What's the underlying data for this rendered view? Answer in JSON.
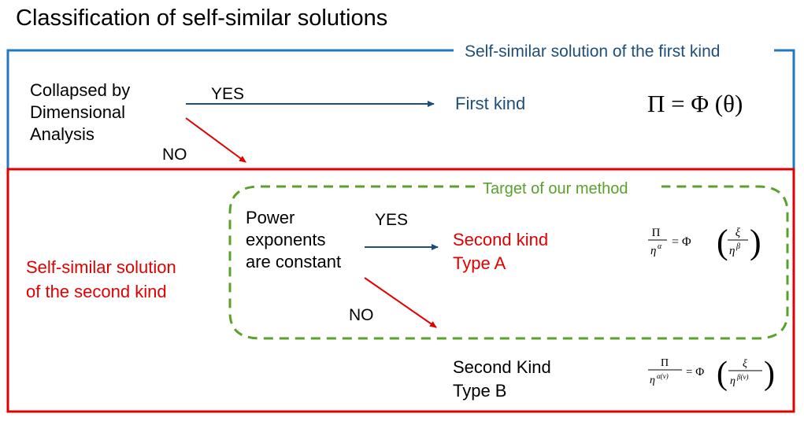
{
  "title": "Classification of self-similar solutions",
  "first_kind_box": {
    "header": "Self-similar solution of the first kind",
    "color": "#1f78c1",
    "question": [
      "Collapsed by",
      "Dimensional",
      "Analysis"
    ],
    "yes_label": "YES",
    "no_label": "NO",
    "result": "First kind",
    "formula": "Π = Φ (θ)"
  },
  "second_kind_box": {
    "color": "#e00000",
    "label": [
      "Self-similar solution",
      "of the second kind"
    ],
    "target": {
      "header": "Target of our method",
      "color": "#5aa02c",
      "question": [
        "Power",
        "exponents",
        "are constant"
      ],
      "yes_label": "YES",
      "no_label": "NO",
      "result": [
        "Second kind",
        "Type A"
      ],
      "formula": {
        "lhs_num": "Π",
        "lhs_den": "η",
        "lhs_exp": "α",
        "phi": "= Φ",
        "rhs_num": "ξ",
        "rhs_den": "η",
        "rhs_exp": "β"
      }
    },
    "type_b": {
      "result": [
        "Second Kind",
        "Type B"
      ],
      "formula": {
        "lhs_num": "Π",
        "lhs_den": "η",
        "lhs_exp": "α(ν)",
        "phi": "= Φ",
        "rhs_num": "ξ",
        "rhs_den": "η",
        "rhs_exp": "β(ν)"
      }
    }
  },
  "colors": {
    "arrow_yes": "#1f4e79",
    "arrow_no": "#e00000"
  }
}
